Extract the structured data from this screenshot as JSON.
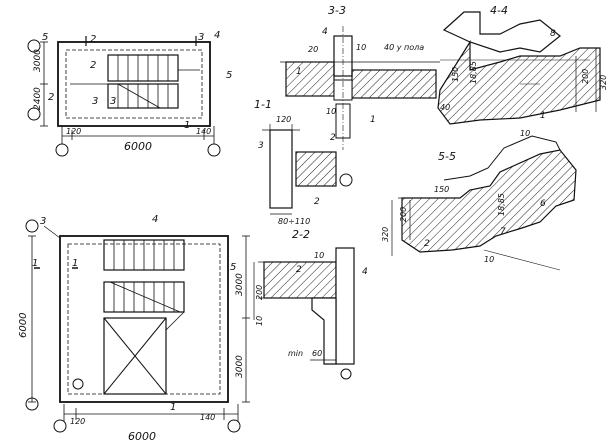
{
  "plan_top": {
    "dims": {
      "width": "6000",
      "height_a": "2400",
      "height_b": "3000",
      "left_offset": "120",
      "right_offset": "140"
    },
    "callouts": {
      "c5_left": "5",
      "c2_a": "2",
      "c2_b": "2",
      "c2_c": "2",
      "c3_a": "3",
      "c3_b": "3",
      "c3_top": "3",
      "c4": "4",
      "c5_right": "5",
      "c1": "1"
    }
  },
  "plan_bottom": {
    "dims": {
      "width": "6000",
      "height_total": "6000",
      "height_a": "3000",
      "height_b": "3000",
      "left_offset": "120",
      "right_offset": "140"
    },
    "callouts": {
      "c3": "3",
      "c4": "4",
      "c5": "5",
      "c1": "1",
      "sec1_left": "1",
      "sec1_right": "1"
    }
  },
  "section_3_3": {
    "title": "3-3",
    "labels": {
      "c4": "4",
      "d20": "20",
      "d10": "10",
      "d40": "40",
      "note": "40 у пола",
      "c1_a": "1",
      "c1_b": "1",
      "c2": "2",
      "d10_b": "10"
    }
  },
  "section_4_4": {
    "title": "4-4",
    "labels": {
      "c8": "8",
      "d150": "150",
      "d18_85": "18,85",
      "d200": "200",
      "d320": "320",
      "d10": "10",
      "c1": "1"
    }
  },
  "section_1_1": {
    "title": "1-1",
    "labels": {
      "d120": "120",
      "c3": "3",
      "c2": "2",
      "d80_110": "80÷110"
    }
  },
  "section_5_5": {
    "title": "5-5",
    "labels": {
      "d150": "150",
      "d18_85": "18,85",
      "c6": "6",
      "d200": "200",
      "d320": "320",
      "c2": "2",
      "c7": "7",
      "d10": "10"
    }
  },
  "section_2_2": {
    "title": "2-2",
    "labels": {
      "d10_a": "10",
      "c2": "2",
      "d200": "200",
      "d10_b": "10",
      "c4": "4",
      "min": "min",
      "d60": "60"
    }
  }
}
